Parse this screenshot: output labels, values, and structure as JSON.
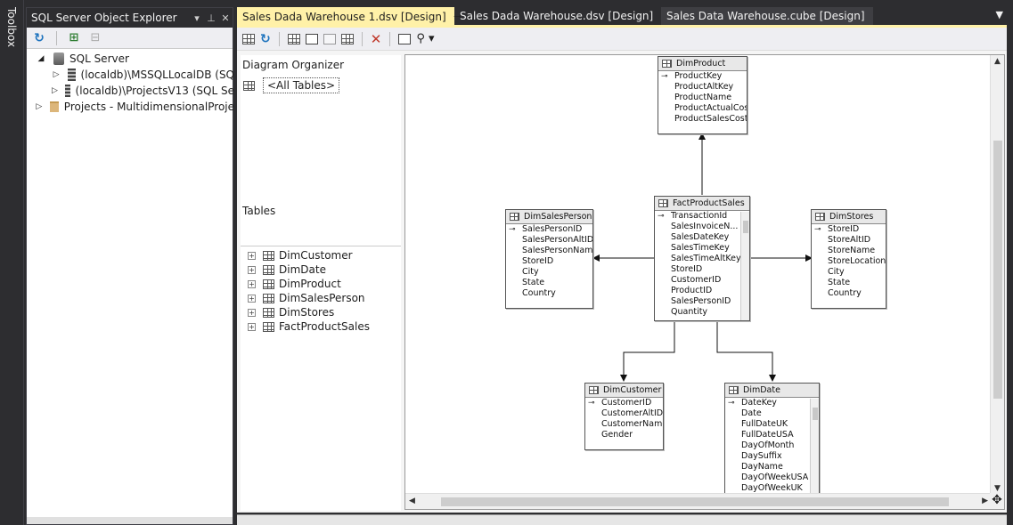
{
  "toolbox": {
    "label": "Toolbox"
  },
  "object_explorer": {
    "title": "SQL Server Object Explorer",
    "controls": [
      "▾",
      "⊥",
      "✕"
    ],
    "tree": [
      {
        "label": "SQL Server",
        "expander": "◢",
        "icon": "server-icon"
      },
      {
        "label": "(localdb)\\MSSQLLocalDB (SQ",
        "expander": "▷",
        "icon": "database-icon"
      },
      {
        "label": "(localdb)\\ProjectsV13 (SQL Se",
        "expander": "▷",
        "icon": "database-icon"
      },
      {
        "label": "Projects - MultidimensionalProje",
        "expander": "▷",
        "icon": "folder-icon"
      }
    ]
  },
  "tabs": [
    {
      "label": "Sales Dada Warehouse 1.dsv [Design]",
      "pin": "⊣",
      "close": "✕"
    },
    {
      "label": "Sales Dada Warehouse.dsv [Design]"
    },
    {
      "label": "Sales Data Warehouse.cube [Design]"
    }
  ],
  "designer": {
    "diagram_organizer_label": "Diagram Organizer",
    "all_tables_label": "<All Tables>",
    "tables_label": "Tables",
    "tables_list": [
      "DimCustomer",
      "DimDate",
      "DimProduct",
      "DimSalesPerson",
      "DimStores",
      "FactProductSales"
    ]
  },
  "diagram": {
    "tables": [
      {
        "name": "DimProduct",
        "columns": [
          "ProductKey",
          "ProductAltKey",
          "ProductName",
          "ProductActualCost",
          "ProductSalesCost"
        ]
      },
      {
        "name": "FactProductSales",
        "columns": [
          "TransactionId",
          "SalesInvoiceN...",
          "SalesDateKey",
          "SalesTimeKey",
          "SalesTimeAltKey",
          "StoreID",
          "CustomerID",
          "ProductID",
          "SalesPersonID",
          "Quantity"
        ]
      },
      {
        "name": "DimSalesPerson",
        "columns": [
          "SalesPersonID",
          "SalesPersonAltID",
          "SalesPersonName",
          "StoreID",
          "City",
          "State",
          "Country"
        ]
      },
      {
        "name": "DimStores",
        "columns": [
          "StoreID",
          "StoreAltID",
          "StoreName",
          "StoreLocation",
          "City",
          "State",
          "Country"
        ]
      },
      {
        "name": "DimCustomer",
        "columns": [
          "CustomerID",
          "CustomerAltID",
          "CustomerName",
          "Gender"
        ]
      },
      {
        "name": "DimDate",
        "columns": [
          "DateKey",
          "Date",
          "FullDateUK",
          "FullDateUSA",
          "DayOfMonth",
          "DaySuffix",
          "DayName",
          "DayOfWeekUSA",
          "DayOfWeekUK"
        ]
      }
    ]
  },
  "colors": {
    "active_tab": "#fff1a8",
    "chrome": "#2d2d30",
    "accent_blue": "#1e73be"
  }
}
